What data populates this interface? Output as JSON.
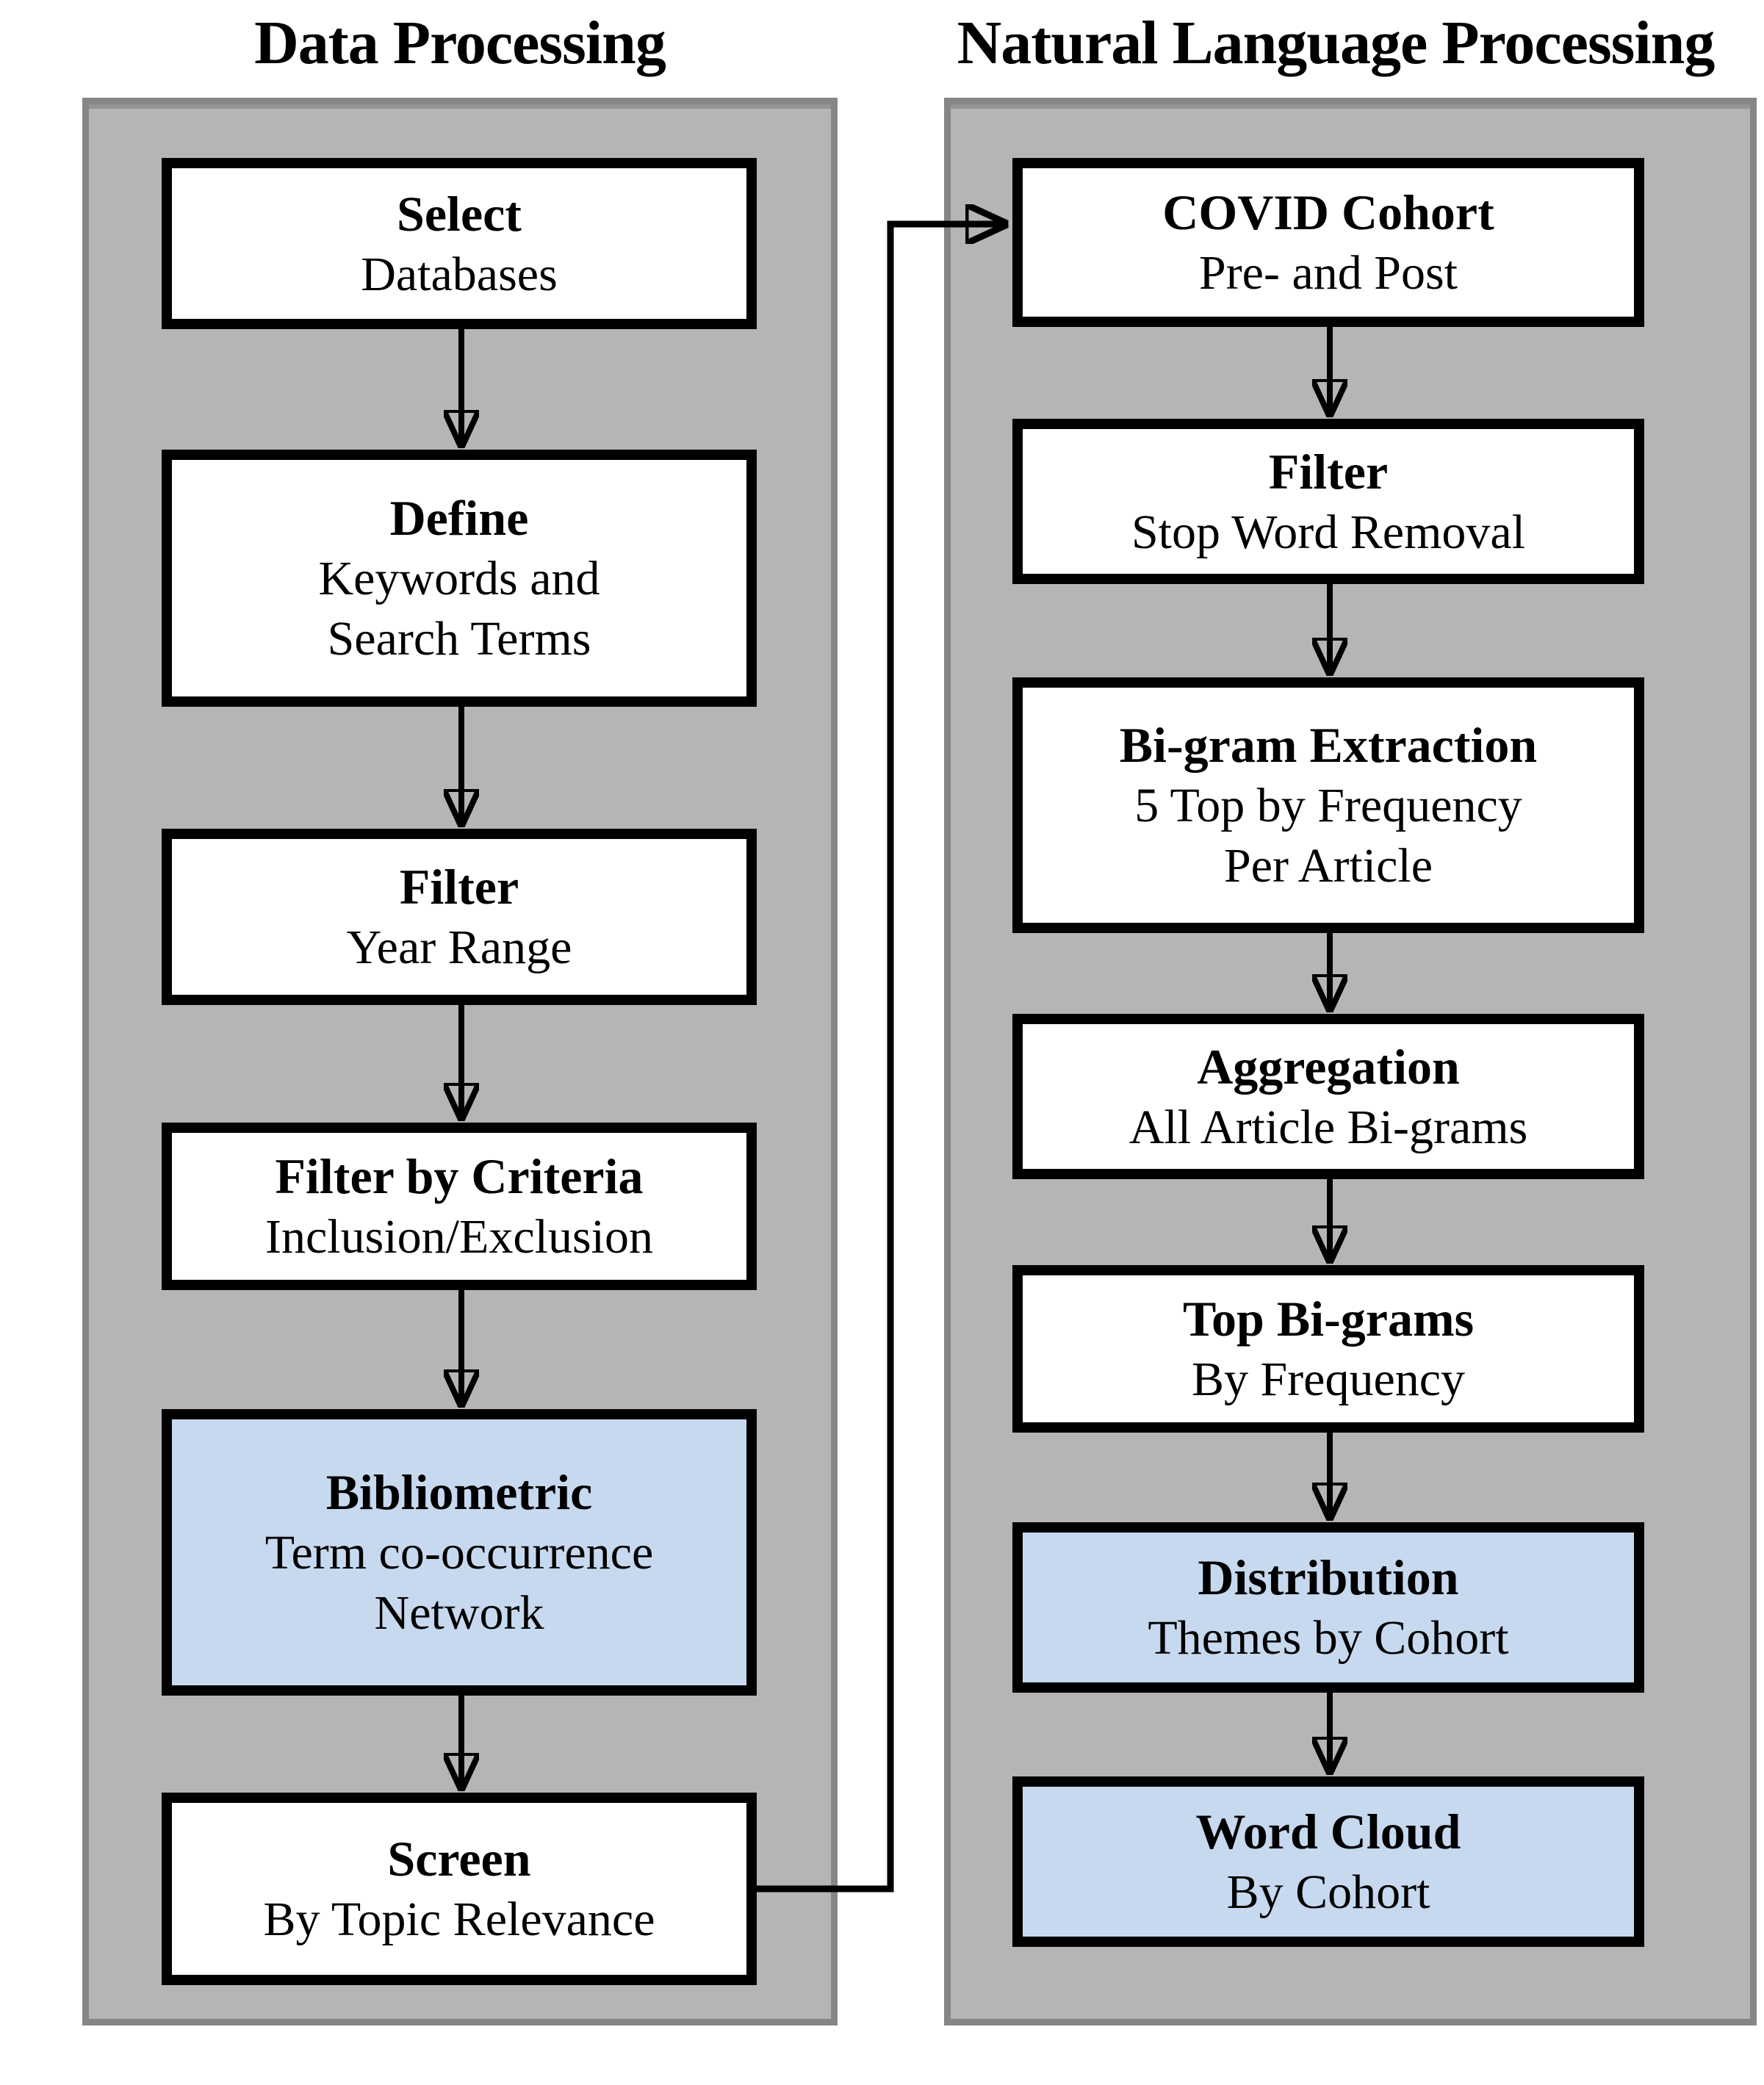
{
  "titles": {
    "left": "Data Processing",
    "right": "Natural Language Processing"
  },
  "colors": {
    "panel_fill": "#b5b5b5",
    "panel_border": "#868686",
    "box_border": "#000000",
    "box_fill_white": "#ffffff",
    "box_fill_blue": "#c7d9ef",
    "arrow_color": "#000000",
    "text_color": "#000000"
  },
  "left_panel": {
    "boxes": [
      {
        "title": "Select",
        "sub1": "Databases",
        "sub2": "",
        "variant": "white"
      },
      {
        "title": "Define",
        "sub1": "Keywords and",
        "sub2": "Search Terms",
        "variant": "white"
      },
      {
        "title": "Filter",
        "sub1": "Year Range",
        "sub2": "",
        "variant": "white"
      },
      {
        "title": "Filter by Criteria",
        "sub1": "Inclusion/Exclusion",
        "sub2": "",
        "variant": "white"
      },
      {
        "title": "Bibliometric",
        "sub1": "Term co-occurrence",
        "sub2": "Network",
        "variant": "blue"
      },
      {
        "title": "Screen",
        "sub1": "By Topic Relevance",
        "sub2": "",
        "variant": "white"
      }
    ]
  },
  "right_panel": {
    "boxes": [
      {
        "title": "COVID Cohort",
        "sub1": "Pre- and Post",
        "sub2": "",
        "variant": "white"
      },
      {
        "title": "Filter",
        "sub1": "Stop Word Removal",
        "sub2": "",
        "variant": "white"
      },
      {
        "title": "Bi-gram Extraction",
        "sub1": "5 Top by Frequency",
        "sub2": "Per Article",
        "variant": "white"
      },
      {
        "title": "Aggregation",
        "sub1": "All Article Bi-grams",
        "sub2": "",
        "variant": "white"
      },
      {
        "title": "Top Bi-grams",
        "sub1": "By Frequency",
        "sub2": "",
        "variant": "white"
      },
      {
        "title": "Distribution",
        "sub1": "Themes by Cohort",
        "sub2": "",
        "variant": "blue"
      },
      {
        "title": "Word Cloud",
        "sub1": "By Cohort",
        "sub2": "",
        "variant": "blue"
      }
    ]
  },
  "edges": {
    "left_sequence": [
      "Select",
      "Define",
      "Filter",
      "Filter by Criteria",
      "Bibliometric",
      "Screen"
    ],
    "right_sequence": [
      "COVID Cohort",
      "Filter",
      "Bi-gram Extraction",
      "Aggregation",
      "Top Bi-grams",
      "Distribution",
      "Word Cloud"
    ],
    "cross_connector": {
      "from": "Screen",
      "to": "COVID Cohort"
    }
  }
}
